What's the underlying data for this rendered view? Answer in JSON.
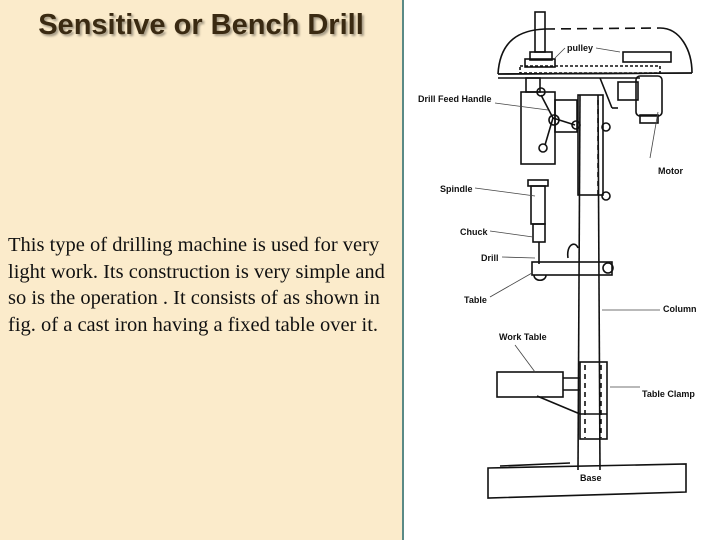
{
  "slide": {
    "title": "Sensitive or Bench Drill",
    "body": "This type of drilling machine is used for very light work.  Its construction is very simple and so is the operation .  It consists of as shown in fig. of a cast  iron having a fixed table over it."
  },
  "diagram": {
    "labels": {
      "pulley": "pulley",
      "drill_feed_handle": "Drill Feed Handle",
      "motor": "Motor",
      "spindle": "Spindle",
      "chuck": "Chuck",
      "drill": "Drill",
      "table": "Table",
      "column": "Column",
      "work_table": "Work Table",
      "table_clamp": "Table Clamp",
      "base": "Base"
    }
  },
  "colors": {
    "left_panel_bg": "#fbebcb",
    "divider": "#5a8a86",
    "title_color": "#3a2a12"
  }
}
